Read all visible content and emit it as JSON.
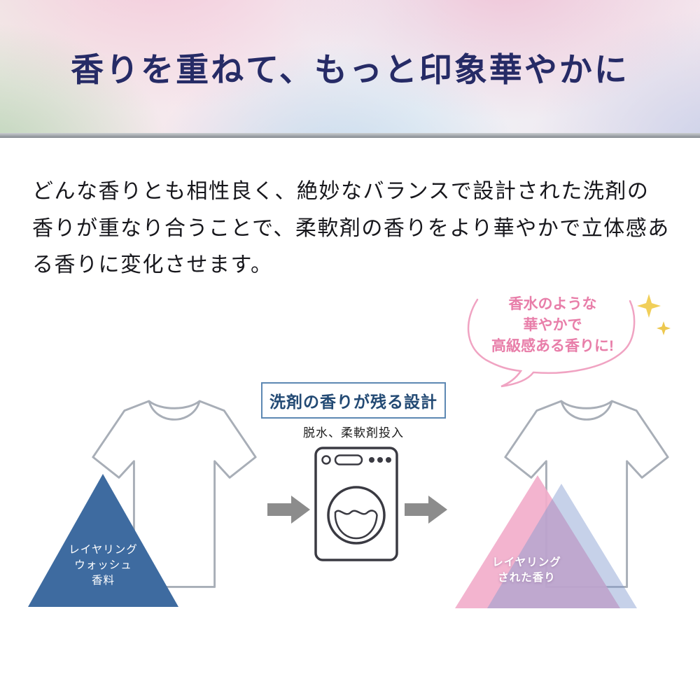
{
  "header": {
    "title": "香りを重ねて、もっと印象華やかに"
  },
  "intro": {
    "paragraph": "どんな香りとも相性良く、絶妙なバランスで設計された洗剤の香りが重なり合うことで、柔軟剤の香りをより華やかで立体感ある香りに変化させます。"
  },
  "callout": {
    "lines": [
      "香水のような",
      "華やかで",
      "高級感ある香りに!"
    ]
  },
  "process": {
    "box_label": "洗剤の香りが残る設計",
    "step_label": "脱水、柔軟剤投入"
  },
  "left_triangle": {
    "lines": [
      "レイヤリング",
      "ウォッシュ",
      "香料"
    ]
  },
  "right_triangle": {
    "lines": [
      "レイヤリング",
      "された香り"
    ]
  },
  "icons": {
    "washing_machine": "washing-machine-icon",
    "arrow": "arrow-right-icon",
    "sparkle": "sparkle-icon",
    "tshirt": "tshirt-icon"
  },
  "colors": {
    "title_navy": "#262b66",
    "callout_pink": "#e87ea9",
    "wash_triangle_blue": "#3e6ba0",
    "layered_triangle_pink": "#f2aecb",
    "layered_triangle_periwinkle": "#8099cf",
    "arrow_gray": "#8c8c8c",
    "process_box_border": "#5d88b3"
  }
}
